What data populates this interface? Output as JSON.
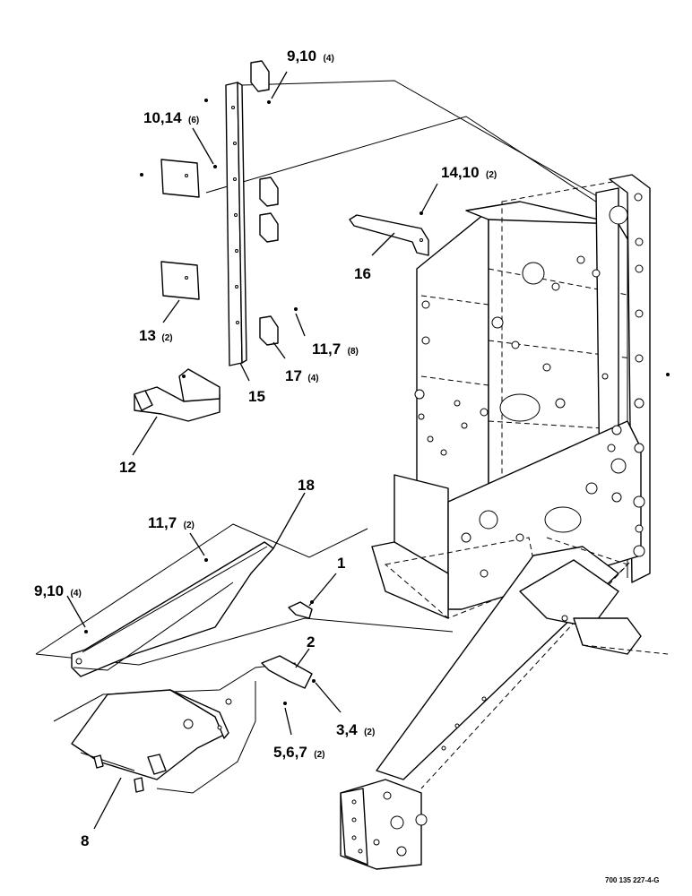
{
  "callouts": {
    "c_9_10_top": {
      "num": "9,10",
      "qty": "(4)"
    },
    "c_10_14": {
      "num": "10,14",
      "qty": "(6)"
    },
    "c_14_10": {
      "num": "14,10",
      "qty": "(2)"
    },
    "c_16": {
      "num": "16",
      "qty": ""
    },
    "c_13": {
      "num": "13",
      "qty": "(2)"
    },
    "c_11_7_top": {
      "num": "11,7",
      "qty": "(8)"
    },
    "c_17": {
      "num": "17",
      "qty": "(4)"
    },
    "c_15": {
      "num": "15",
      "qty": ""
    },
    "c_12": {
      "num": "12",
      "qty": ""
    },
    "c_18": {
      "num": "18",
      "qty": ""
    },
    "c_11_7_mid": {
      "num": "11,7",
      "qty": "(2)"
    },
    "c_1": {
      "num": "1",
      "qty": ""
    },
    "c_9_10_mid": {
      "num": "9,10",
      "qty": "(4)"
    },
    "c_2": {
      "num": "2",
      "qty": ""
    },
    "c_3_4": {
      "num": "3,4",
      "qty": "(2)"
    },
    "c_5_6_7": {
      "num": "5,6,7",
      "qty": "(2)"
    },
    "c_8": {
      "num": "8",
      "qty": ""
    }
  },
  "drawing_code": "700 135 227-4-G"
}
